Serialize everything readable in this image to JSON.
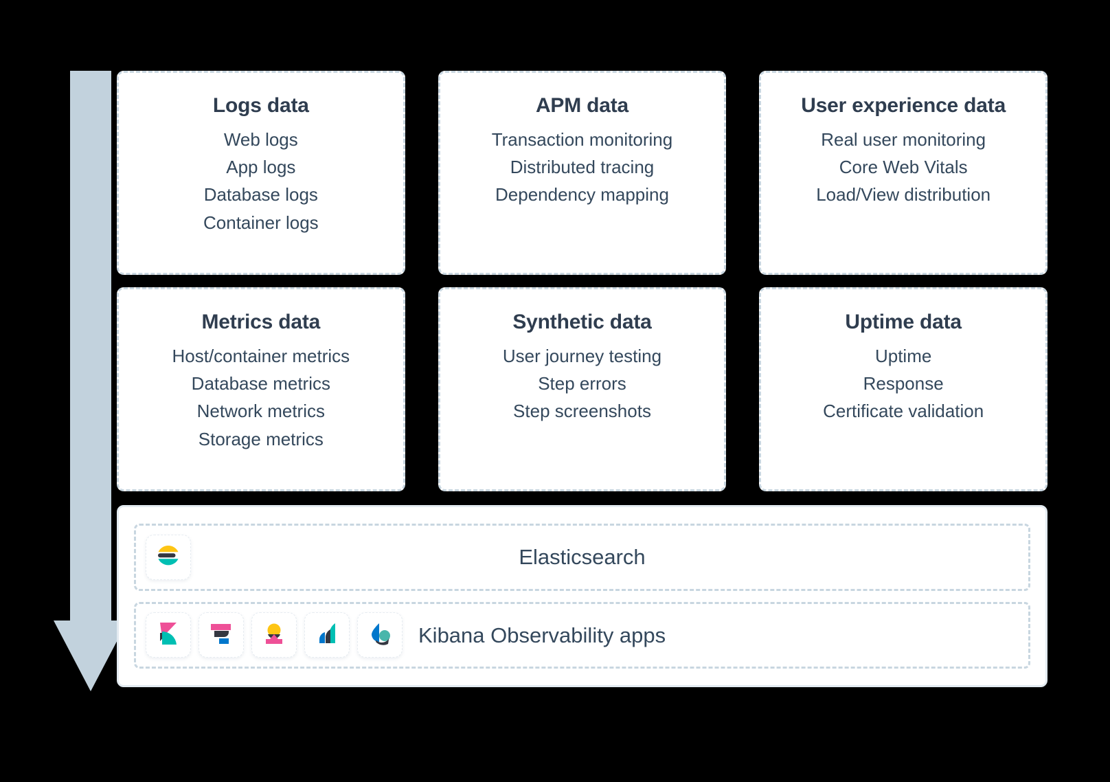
{
  "diagram": {
    "arrow": {
      "name": "data-flow-arrow",
      "direction": "down",
      "color": "#c2d2dd"
    },
    "cards": [
      {
        "title": "Logs data",
        "items": [
          "Web logs",
          "App logs",
          "Database logs",
          "Container logs"
        ]
      },
      {
        "title": "APM data",
        "items": [
          "Transaction monitoring",
          "Distributed tracing",
          "Dependency mapping"
        ]
      },
      {
        "title": "User experience data",
        "items": [
          "Real user monitoring",
          "Core Web Vitals",
          "Load/View distribution"
        ]
      },
      {
        "title": "Metrics data",
        "items": [
          "Host/container metrics",
          "Database metrics",
          "Network metrics",
          "Storage metrics"
        ]
      },
      {
        "title": "Synthetic data",
        "items": [
          "User journey testing",
          "Step errors",
          "Step screenshots"
        ]
      },
      {
        "title": "Uptime data",
        "items": [
          "Uptime",
          "Response",
          "Certificate validation"
        ]
      }
    ],
    "platform": {
      "elasticsearch": {
        "label": "Elasticsearch",
        "logo": "elasticsearch-logo"
      },
      "kibana": {
        "label": "Kibana Observability apps",
        "logos": [
          "kibana-logo",
          "logs-app-logo",
          "apm-app-logo",
          "metrics-app-logo",
          "uptime-app-logo"
        ]
      }
    },
    "colors": {
      "card_border": "#c8d6e0",
      "card_background": "#ffffff",
      "title_text": "#2f3d4f",
      "body_text": "#34485c",
      "container_border": "#e3ebf1",
      "arrow_fill": "#c2d2dd",
      "elastic_yellow": "#fec514",
      "elastic_teal": "#00bfb3",
      "elastic_dark": "#343741",
      "elastic_pink": "#ee5097",
      "elastic_blue": "#0077cc",
      "page_background": "#000000"
    }
  }
}
